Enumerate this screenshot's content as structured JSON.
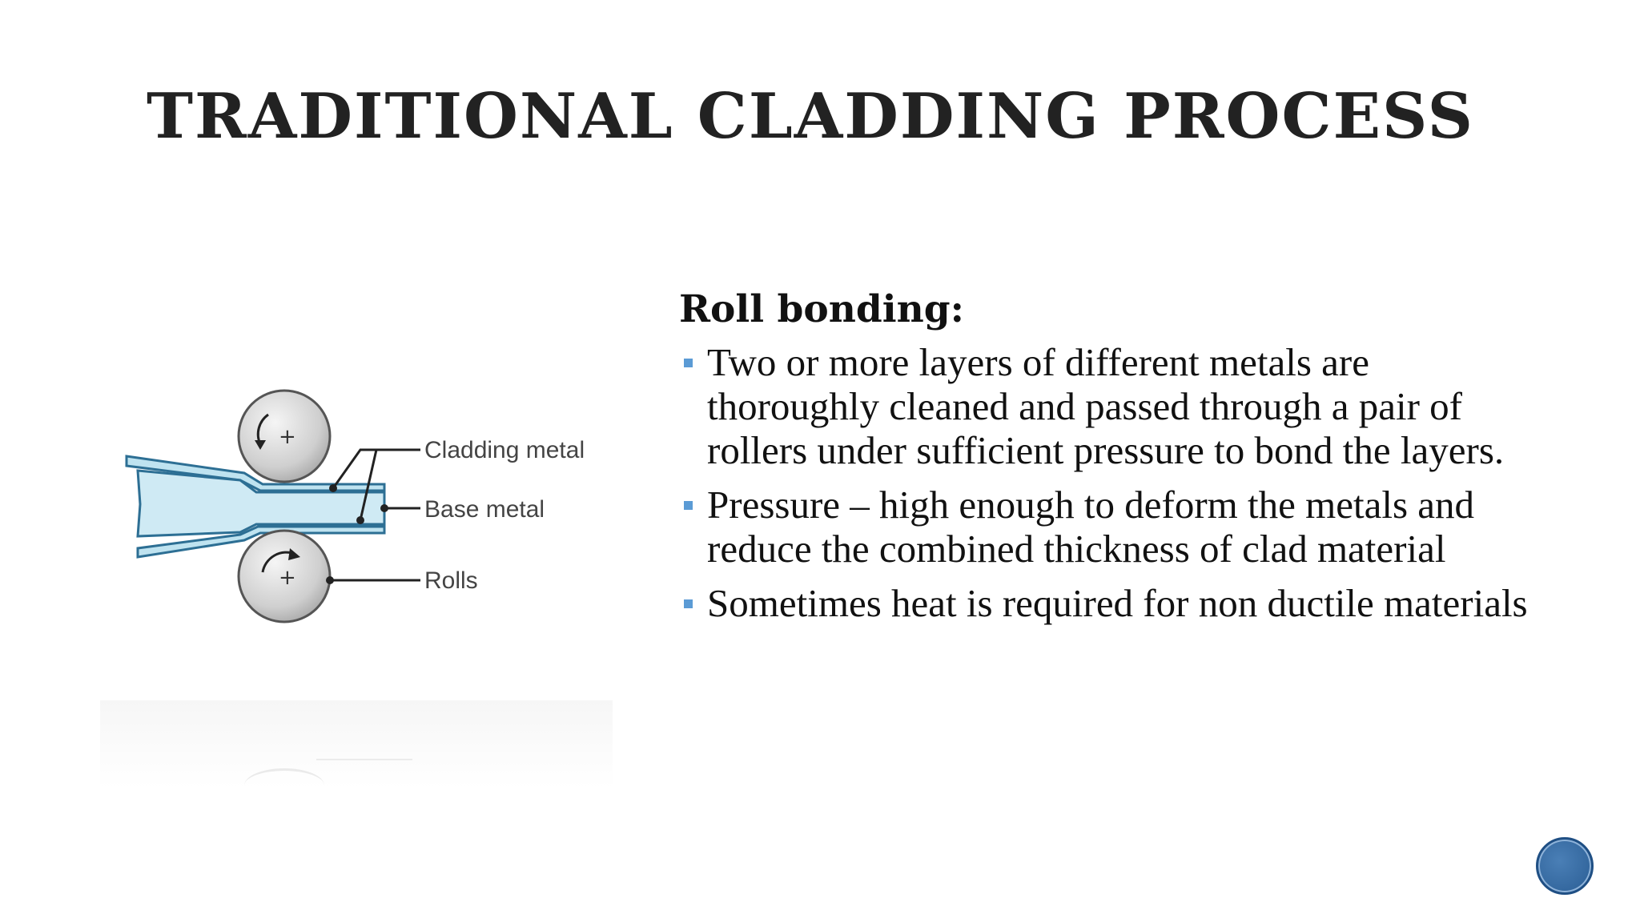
{
  "slide": {
    "title": "TRADITIONAL CLADDING PROCESS",
    "diagram": {
      "labels": {
        "cladding": "Cladding metal",
        "base": "Base metal",
        "rolls": "Rolls"
      },
      "colors": {
        "metal": "#bfe3f0",
        "metal_stroke": "#2d6f94",
        "roll": "#d9d9d9"
      }
    },
    "section": {
      "heading": "Roll bonding:",
      "bullets": [
        "Two or more layers of different metals are thoroughly cleaned and passed through a pair of rollers under sufficient pressure to bond the layers.",
        "Pressure – high enough to deform the metals and reduce the combined thickness of clad material",
        "Sometimes heat is required for non ductile materials"
      ]
    },
    "accent_color": "#5b9bd5"
  }
}
